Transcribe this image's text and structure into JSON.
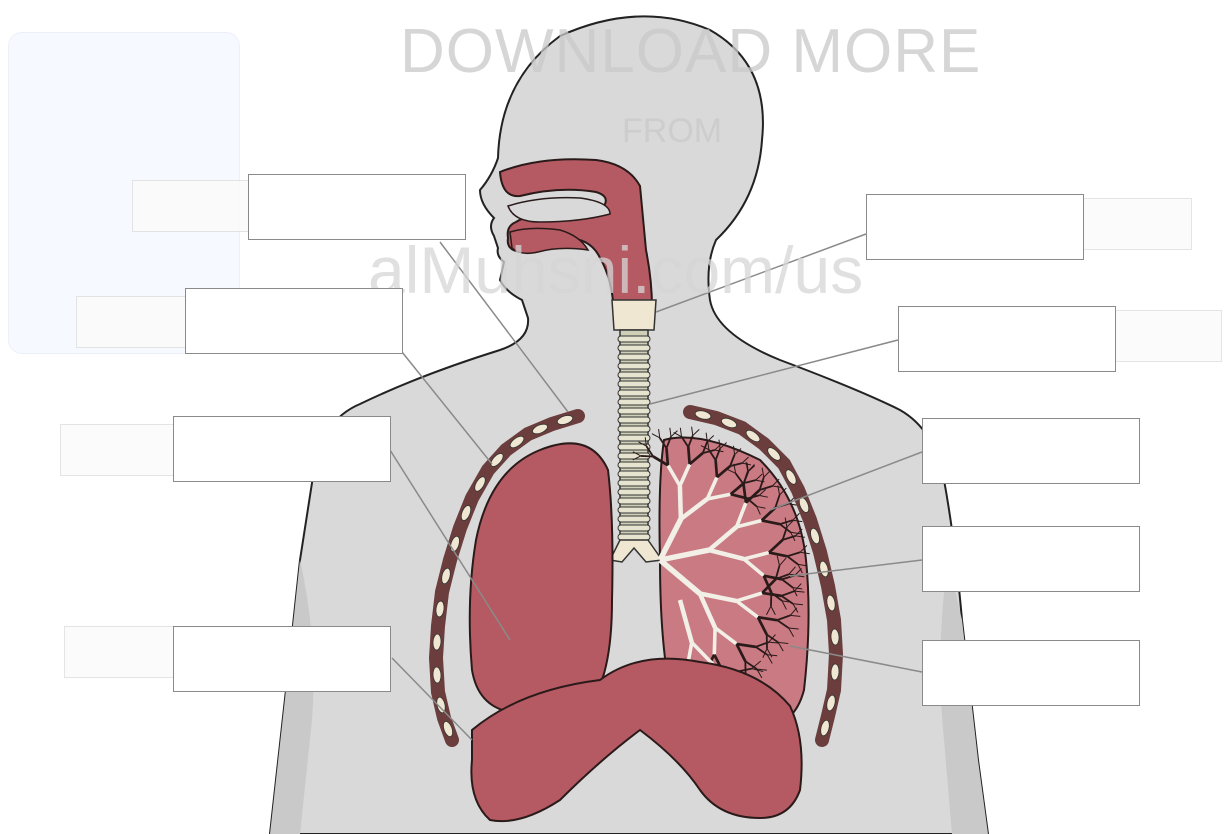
{
  "watermark": {
    "line1": "DOWNLOAD MORE",
    "line2": "FROM",
    "line3": "alMuhsni.com/us"
  },
  "colors": {
    "body": "#d9d9d9",
    "organ": "#b55a62",
    "organ_dark": "#8e3a42",
    "rib": "#6b3d3d",
    "cartilage": "#efe7d2",
    "leader_line": "#8a8a8a"
  },
  "labels": {
    "left": [
      {
        "id": "nasal-cavity",
        "text": ""
      },
      {
        "id": "pharynx",
        "text": ""
      },
      {
        "id": "lung",
        "text": ""
      },
      {
        "id": "diaphragm",
        "text": ""
      }
    ],
    "right": [
      {
        "id": "larynx",
        "text": ""
      },
      {
        "id": "trachea",
        "text": ""
      },
      {
        "id": "bronchus",
        "text": ""
      },
      {
        "id": "bronchiole",
        "text": ""
      },
      {
        "id": "alveoli",
        "text": ""
      }
    ]
  }
}
